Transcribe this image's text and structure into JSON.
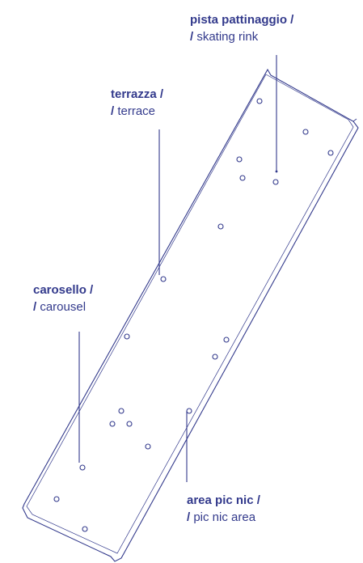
{
  "colors": {
    "ink": "#333a8c"
  },
  "labels": {
    "skating": {
      "it": "pista pattinaggio /",
      "en_slash": "/",
      "en": " skating rink"
    },
    "terrace": {
      "it": "terrazza /",
      "en_slash": "/",
      "en": " terrace"
    },
    "carousel": {
      "it": "carosello /",
      "en_slash": "/",
      "en": " carousel"
    },
    "picnic": {
      "it": "area pic nic /",
      "en_slash": "/",
      "en": " pic nic area"
    }
  }
}
